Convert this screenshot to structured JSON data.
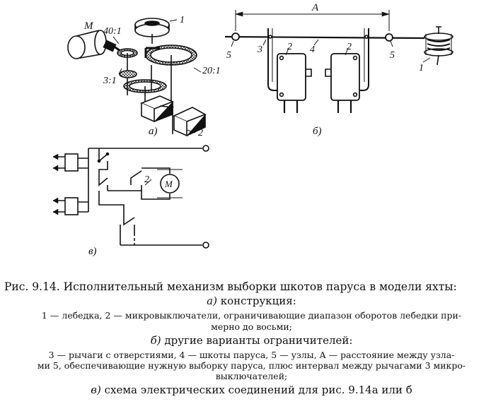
{
  "labels": {
    "a": {
      "motor": "M",
      "ratio_40_1": "40:1",
      "ratio_3_1": "3:1",
      "ratio_20_1": "20:1",
      "winch": "1",
      "switch": "2",
      "panel": "а)"
    },
    "b": {
      "distance": "A",
      "knot": "5",
      "lever": "3",
      "sheet": "4",
      "switch": "2",
      "winch": "1",
      "panel": "б)"
    },
    "c": {
      "motor": "M",
      "switch": "2",
      "panel": "в)"
    }
  },
  "caption": {
    "title": "Рис. 9.14. Исполнительный механизм выборки шкотов  паруса в модели яхты:",
    "a_letter": "а)",
    "a_head": "конструкция:",
    "a_line1": "1 — лебедка, 2 — микровыключатели, ограничивающие диапазон оборотов лебедки при-",
    "a_line2": "мерно до восьми;",
    "b_letter": "б)",
    "b_head": "другие варианты ограничителей:",
    "b_line1": "3 — рычаги с отверстиями, 4 — шкоты паруса, 5 — узлы, A — расстояние между узла-",
    "b_line2": "ми 5, обеспечивающие нужную выборку паруса, плюс интервал между рычагами 3 микро-",
    "b_line3": "выключателей;",
    "c_letter": "в)",
    "c_head": "схема электрических соединений для рис. 9.14а или б"
  }
}
